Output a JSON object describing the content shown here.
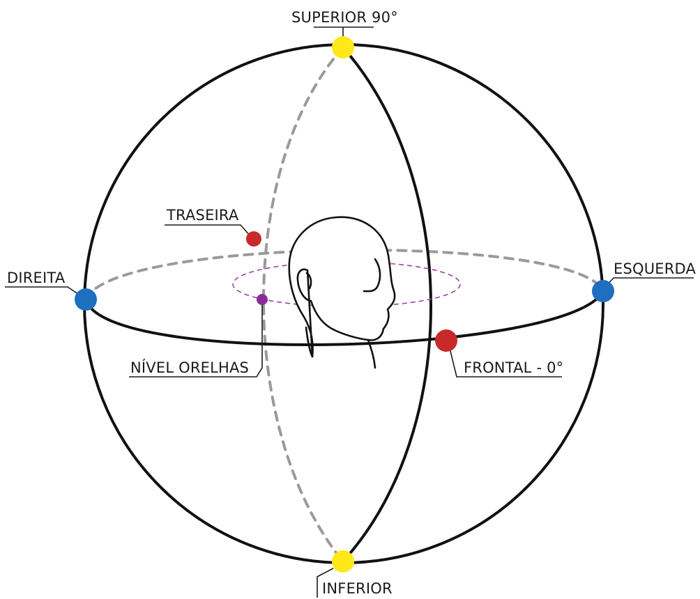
{
  "labels": {
    "superior": "SUPERIOR 90°",
    "traseira": "TRASEIRA",
    "direita": "DIREITA",
    "esquerda": "ESQUERDA",
    "nivel_orelhas": "NÍVEL ORELHAS",
    "frontal": "FRONTAL - 0°",
    "inferior": "INFERIOR"
  },
  "colors": {
    "superior_inferior": "#ffe81a",
    "direita_esquerda": "#1f6fc0",
    "frontal_traseira": "#c62a2a",
    "nivel_orelhas": "#8a2b9a",
    "outline": "#111111",
    "back_dashes": "#9a9a9a",
    "ear_ring": "#a040a8"
  }
}
